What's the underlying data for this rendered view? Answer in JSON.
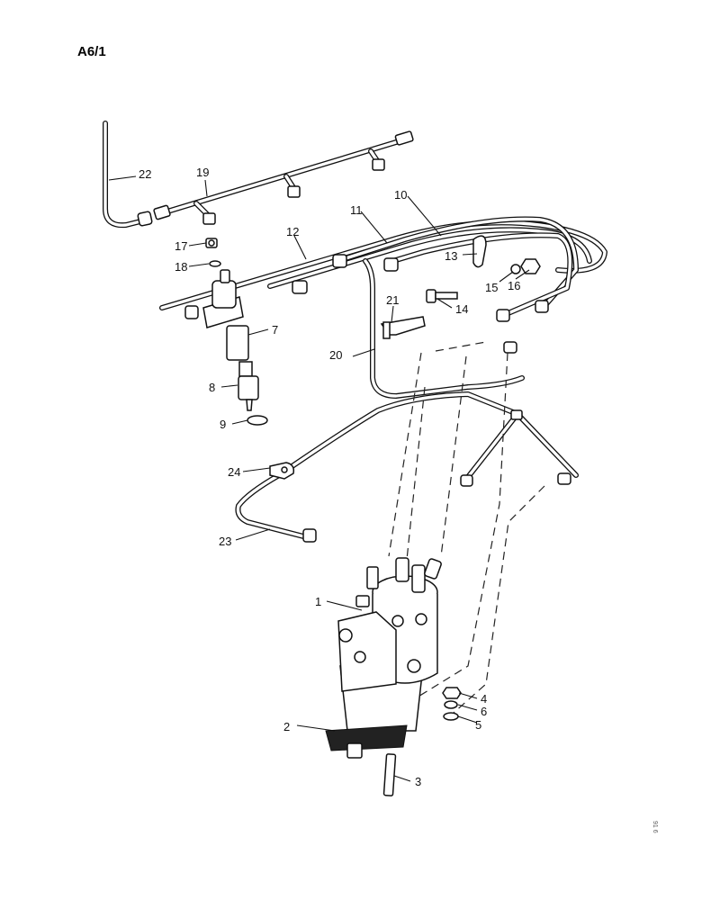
{
  "page": {
    "title": "A6/1",
    "side_ref": "91 6"
  },
  "labels": {
    "l1": "1",
    "l2": "2",
    "l3": "3",
    "l4": "4",
    "l5": "5",
    "l6": "6",
    "l7": "7",
    "l8": "8",
    "l9": "9",
    "l10": "10",
    "l11": "11",
    "l12": "12",
    "l13": "13",
    "l14": "14",
    "l15": "15",
    "l16": "16",
    "l17": "17",
    "l18": "18",
    "l19": "19",
    "l20": "20",
    "l21": "21",
    "l22": "22",
    "l23": "23",
    "l24": "24"
  }
}
